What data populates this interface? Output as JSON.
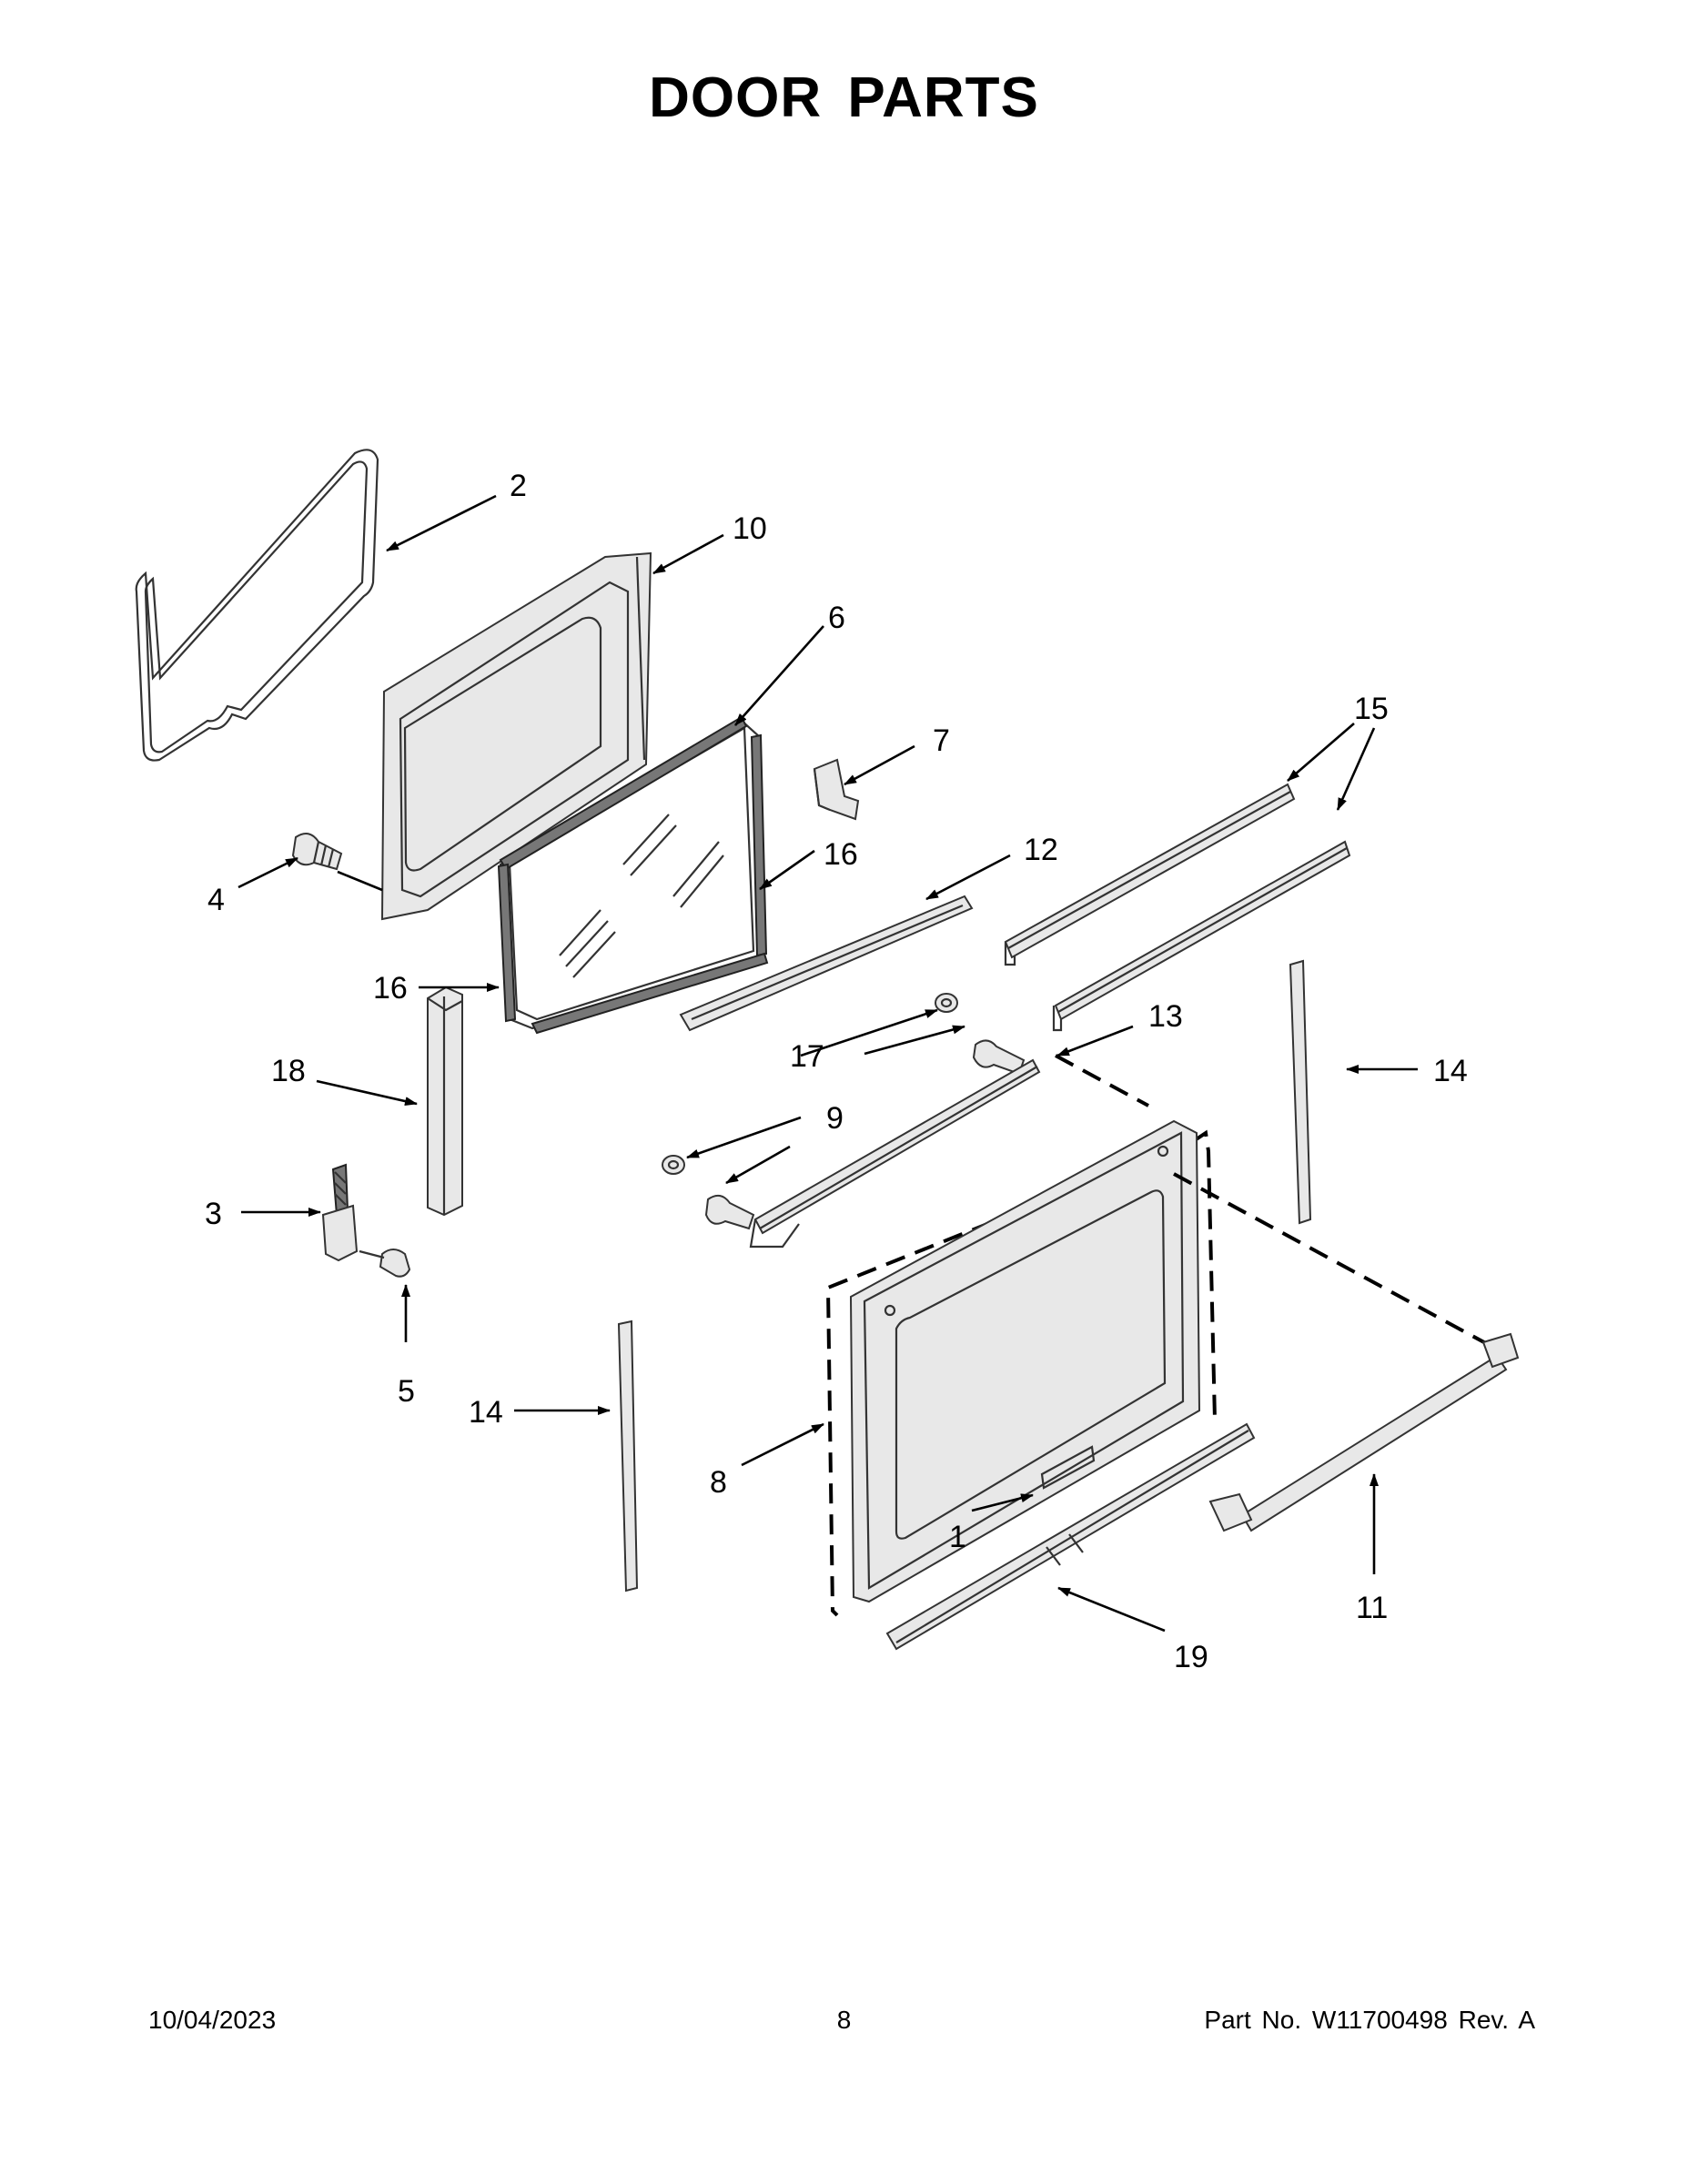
{
  "page": {
    "title": "DOOR PARTS",
    "footer": {
      "date": "10/04/2023",
      "page_number": "8",
      "part_number": "Part No.  W11700498  Rev.  A"
    }
  },
  "callouts": [
    "2",
    "10",
    "6",
    "7",
    "15",
    "16",
    "12",
    "4",
    "16",
    "13",
    "18",
    "17",
    "14",
    "9",
    "3",
    "5",
    "14",
    "8",
    "1",
    "11",
    "19"
  ]
}
